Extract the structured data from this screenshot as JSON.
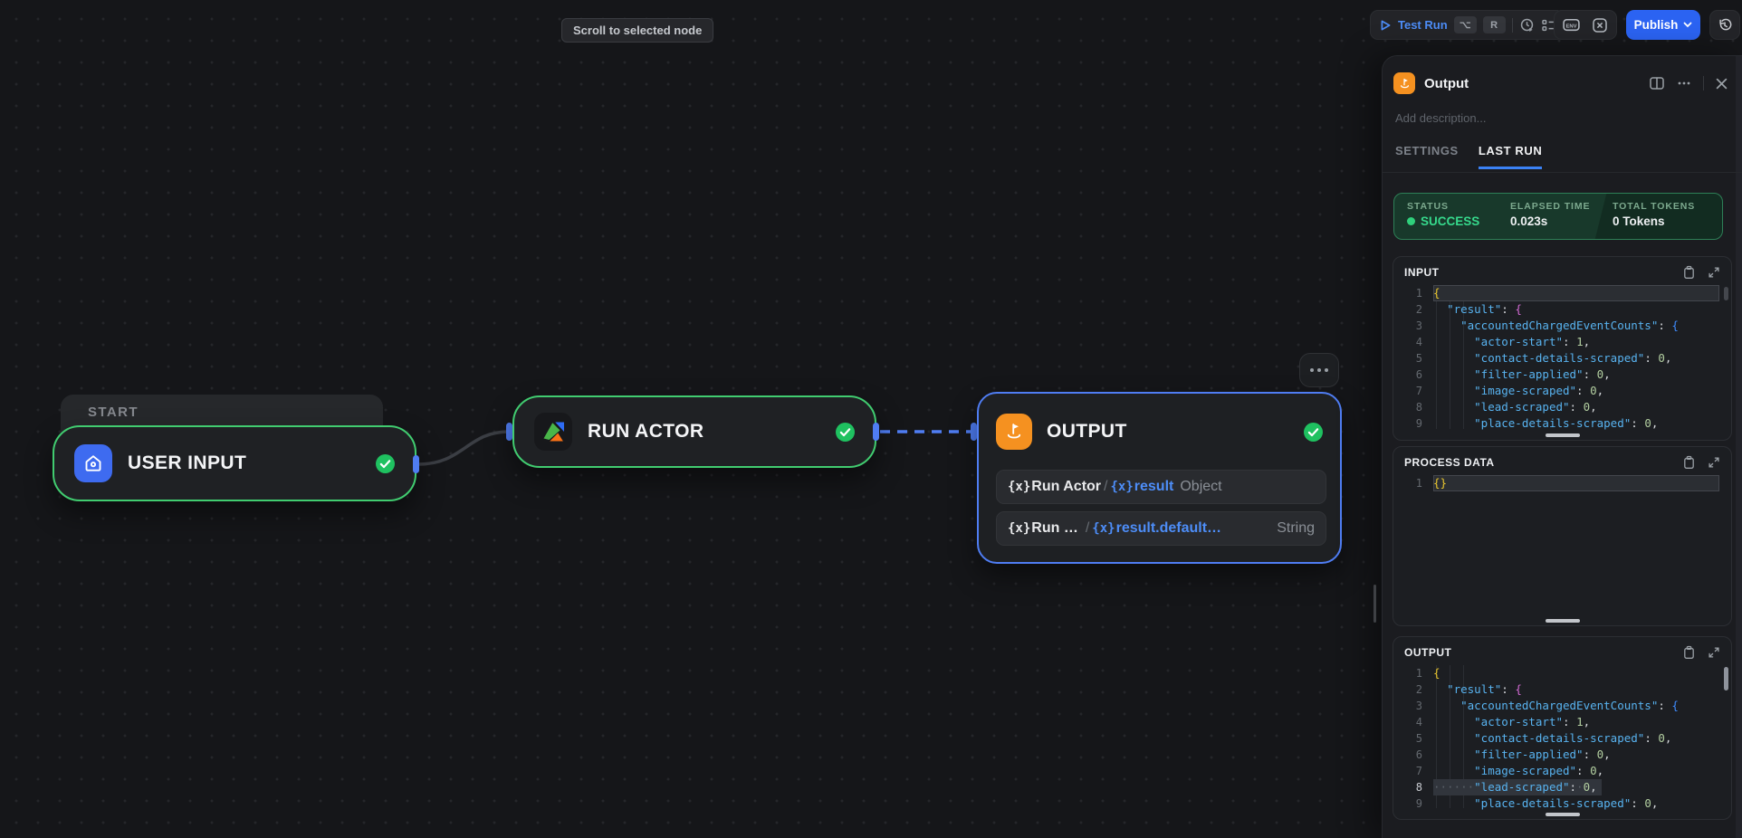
{
  "colors": {
    "publish_blue": "#2b63f2",
    "testrun_blue": "#4d8df7",
    "node_green": "#41cc70",
    "edge_blue": "#4f7df3",
    "success_green": "#36d98c",
    "icon_orange": "#f59120",
    "icon_blue": "#3e6bf0"
  },
  "tooltip": {
    "text": "Scroll to selected node"
  },
  "toolbar": {
    "test_run_label": "Test Run",
    "kbd_option": "⌥",
    "kbd_r": "R",
    "icons": [
      "play-icon",
      "schedule-run-icon",
      "run-config-icon",
      "env-icon",
      "variables-icon",
      "history-icon"
    ],
    "publish_label": "Publish"
  },
  "canvas": {
    "start_group": {
      "label": "START"
    },
    "user_input_node": {
      "label": "USER INPUT",
      "icon": "home-icon",
      "status_icon": "check-circle-icon"
    },
    "run_actor_node": {
      "label": "RUN ACTOR",
      "icon": "apify-actor-icon",
      "status_icon": "check-circle-icon"
    },
    "output_node": {
      "label": "OUTPUT",
      "icon": "flag-icon",
      "status_icon": "check-circle-icon",
      "rows": [
        {
          "var": "{x}",
          "source": "Run Actor",
          "sep": "/",
          "ref": "result",
          "type": "Object"
        },
        {
          "var": "{x}",
          "source": "Run …",
          "sep": "/",
          "ref": "result.default…",
          "type": "String"
        }
      ]
    }
  },
  "panel": {
    "title": "Output",
    "description_placeholder": "Add description...",
    "tabs": [
      {
        "label": "SETTINGS",
        "active": false
      },
      {
        "label": "LAST RUN",
        "active": true
      }
    ],
    "status": {
      "status_label": "STATUS",
      "status_value": "SUCCESS",
      "elapsed_label": "ELAPSED TIME",
      "elapsed_value": "0.023s",
      "tokens_label": "TOTAL TOKENS",
      "tokens_value": "0 Tokens"
    },
    "input_block": {
      "title": "INPUT",
      "lines": [
        {
          "n": "1",
          "hl": "active",
          "s": [
            [
              "y",
              "{"
            ]
          ]
        },
        {
          "n": "2",
          "s": [
            [
              "p",
              "  "
            ],
            [
              "k",
              "\"result\""
            ],
            [
              "p",
              ": "
            ],
            [
              "m",
              "{"
            ]
          ]
        },
        {
          "n": "3",
          "s": [
            [
              "p",
              "    "
            ],
            [
              "k",
              "\"accountedChargedEventCounts\""
            ],
            [
              "p",
              ": "
            ],
            [
              "b",
              "{"
            ]
          ]
        },
        {
          "n": "4",
          "s": [
            [
              "p",
              "      "
            ],
            [
              "k",
              "\"actor-start\""
            ],
            [
              "p",
              ": "
            ],
            [
              "n",
              "1"
            ],
            [
              "p",
              ","
            ]
          ]
        },
        {
          "n": "5",
          "s": [
            [
              "p",
              "      "
            ],
            [
              "k",
              "\"contact-details-scraped\""
            ],
            [
              "p",
              ": "
            ],
            [
              "n",
              "0"
            ],
            [
              "p",
              ","
            ]
          ]
        },
        {
          "n": "6",
          "s": [
            [
              "p",
              "      "
            ],
            [
              "k",
              "\"filter-applied\""
            ],
            [
              "p",
              ": "
            ],
            [
              "n",
              "0"
            ],
            [
              "p",
              ","
            ]
          ]
        },
        {
          "n": "7",
          "s": [
            [
              "p",
              "      "
            ],
            [
              "k",
              "\"image-scraped\""
            ],
            [
              "p",
              ": "
            ],
            [
              "n",
              "0"
            ],
            [
              "p",
              ","
            ]
          ]
        },
        {
          "n": "8",
          "s": [
            [
              "p",
              "      "
            ],
            [
              "k",
              "\"lead-scraped\""
            ],
            [
              "p",
              ": "
            ],
            [
              "n",
              "0"
            ],
            [
              "p",
              ","
            ]
          ]
        },
        {
          "n": "9",
          "s": [
            [
              "p",
              "      "
            ],
            [
              "k",
              "\"place-details-scraped\""
            ],
            [
              "p",
              ": "
            ],
            [
              "n",
              "0"
            ],
            [
              "p",
              ","
            ]
          ]
        }
      ]
    },
    "process_block": {
      "title": "PROCESS DATA",
      "lines": [
        {
          "n": "1",
          "hl": "active",
          "s": [
            [
              "y",
              "{}"
            ]
          ]
        }
      ]
    },
    "output_block": {
      "title": "OUTPUT",
      "lines": [
        {
          "n": "1",
          "s": [
            [
              "y",
              "{"
            ]
          ]
        },
        {
          "n": "2",
          "s": [
            [
              "p",
              "  "
            ],
            [
              "k",
              "\"result\""
            ],
            [
              "p",
              ": "
            ],
            [
              "m",
              "{"
            ]
          ]
        },
        {
          "n": "3",
          "s": [
            [
              "p",
              "    "
            ],
            [
              "k",
              "\"accountedChargedEventCounts\""
            ],
            [
              "p",
              ": "
            ],
            [
              "b",
              "{"
            ]
          ]
        },
        {
          "n": "4",
          "s": [
            [
              "p",
              "      "
            ],
            [
              "k",
              "\"actor-start\""
            ],
            [
              "p",
              ": "
            ],
            [
              "n",
              "1"
            ],
            [
              "p",
              ","
            ]
          ]
        },
        {
          "n": "5",
          "s": [
            [
              "p",
              "      "
            ],
            [
              "k",
              "\"contact-details-scraped\""
            ],
            [
              "p",
              ": "
            ],
            [
              "n",
              "0"
            ],
            [
              "p",
              ","
            ]
          ]
        },
        {
          "n": "6",
          "s": [
            [
              "p",
              "      "
            ],
            [
              "k",
              "\"filter-applied\""
            ],
            [
              "p",
              ": "
            ],
            [
              "n",
              "0"
            ],
            [
              "p",
              ","
            ]
          ]
        },
        {
          "n": "7",
          "s": [
            [
              "p",
              "      "
            ],
            [
              "k",
              "\"image-scraped\""
            ],
            [
              "p",
              ": "
            ],
            [
              "n",
              "0"
            ],
            [
              "p",
              ","
            ]
          ]
        },
        {
          "n": "8",
          "hl": "sel",
          "s": [
            [
              "ws",
              "······"
            ],
            [
              "k",
              "\"lead-scraped\""
            ],
            [
              "p",
              ":"
            ],
            [
              "ws",
              "·"
            ],
            [
              "n",
              "0"
            ],
            [
              "p",
              ","
            ]
          ]
        },
        {
          "n": "9",
          "s": [
            [
              "p",
              "      "
            ],
            [
              "k",
              "\"place-details-scraped\""
            ],
            [
              "p",
              ": "
            ],
            [
              "n",
              "0"
            ],
            [
              "p",
              ","
            ]
          ]
        }
      ]
    }
  }
}
